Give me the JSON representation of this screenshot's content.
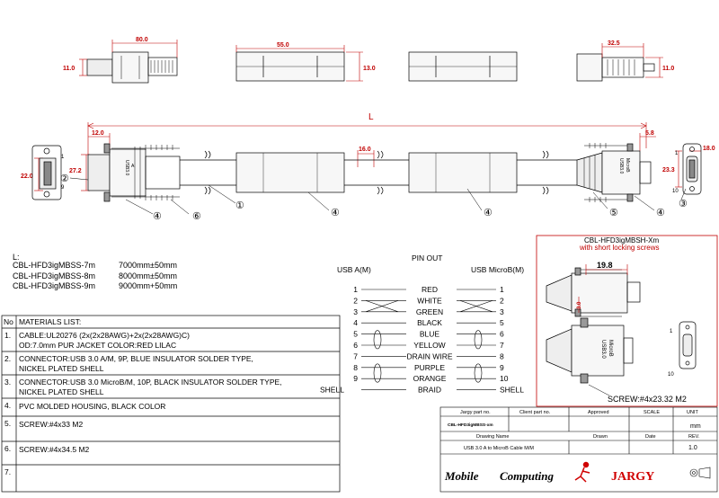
{
  "dimensions": {
    "top_80": "80.0",
    "top_11": "11.0",
    "top_55": "55.0",
    "top_13": "13.0",
    "top_32_5": "32.5",
    "top_11_right": "11.0",
    "L": "L",
    "d12": "12.0",
    "d5_8": "5.8",
    "d16": "16.0",
    "d22": "22.0",
    "d27_2": "27.2",
    "d18": "18.0",
    "d23_3": "23.3",
    "d19_8": "19.8",
    "d3_0": "3.0"
  },
  "callouts": {
    "c1": "①",
    "c2": "②",
    "c3": "③",
    "c4": "④",
    "c5": "⑤",
    "c6": "⑥",
    "pin9": "9",
    "pin1": "1",
    "pin10": "10",
    "pin1r": "1",
    "pin1b": "1",
    "pin10b": "10"
  },
  "connector_text": {
    "usb_a": "USB3.0",
    "usb_a2": "A",
    "micro_r1": "USB3.0",
    "micro_r2": "MicroB",
    "micro_b1": "USB3.0",
    "micro_b2": "MicroB"
  },
  "lengths": {
    "header": "L:",
    "rows": [
      {
        "part": "CBL-HFD3igMBSS-7m",
        "len": "7000mm±50mm"
      },
      {
        "part": "CBL-HFD3igMBSS-8m",
        "len": "8000mm±50mm"
      },
      {
        "part": "CBL-HFD3igMBSS-9m",
        "len": "9000mm+50mm"
      }
    ]
  },
  "pinout": {
    "title": "PIN OUT",
    "left_header": "USB A(M)",
    "right_header": "USB MicroB(M)",
    "rows": [
      {
        "l": "1",
        "name": "RED",
        "r": "1"
      },
      {
        "l": "2",
        "name": "WHITE",
        "r": "2"
      },
      {
        "l": "3",
        "name": "GREEN",
        "r": "3"
      },
      {
        "l": "4",
        "name": "BLACK",
        "r": "5"
      },
      {
        "l": "5",
        "name": "BLUE",
        "r": "6"
      },
      {
        "l": "6",
        "name": "YELLOW",
        "r": "7"
      },
      {
        "l": "7",
        "name": "DRAIN WIRE",
        "r": "8"
      },
      {
        "l": "8",
        "name": "PURPLE",
        "r": "9"
      },
      {
        "l": "9",
        "name": "ORANGE",
        "r": "10"
      },
      {
        "l": "SHELL",
        "name": "BRAID",
        "r": "SHELL"
      }
    ]
  },
  "materials": {
    "col_no": "No",
    "col_title": "MATERIALS LIST:",
    "rows": [
      {
        "no": "1.",
        "l1": "CABLE:UL20276 (2x(2x28AWG)+2x(2x28AWG)C)",
        "l2": "OD:7.0mm  PUR JACKET COLOR:RED LILAC"
      },
      {
        "no": "2.",
        "l1": "CONNECTOR:USB 3.0 A/M, 9P, BLUE INSULATOR SOLDER TYPE,",
        "l2": "NICKEL PLATED SHELL"
      },
      {
        "no": "3.",
        "l1": "CONNECTOR:USB 3.0 MicroB/M, 10P, BLACK INSULATOR SOLDER TYPE,",
        "l2": "NICKEL PLATED SHELL"
      },
      {
        "no": "4.",
        "l1": "PVC MOLDED HOUSING, BLACK COLOR",
        "l2": ""
      },
      {
        "no": "5.",
        "l1": "SCREW:#4x33 M2",
        "l2": ""
      },
      {
        "no": "6.",
        "l1": "SCREW:#4x34.5 M2",
        "l2": ""
      },
      {
        "no": "7.",
        "l1": "",
        "l2": ""
      }
    ]
  },
  "inset": {
    "title": "CBL-HFD3igMBSH-Xm",
    "subtitle": "with short locking screws",
    "screw": "SCREW:#4x23.32 M2"
  },
  "title_block": {
    "jargy_part_label": "Jargy part no.",
    "client_part_label": "Client part no.",
    "approved_label": "Approved",
    "scale_label": "SCALE",
    "unit_label": "UNIT",
    "part_no": "CBL-HFD3igMBSS-xm",
    "unit": "mm",
    "drawing_name_label": "Drawing Name",
    "drawn_label": "Drawn",
    "date_label": "Date",
    "rev_label": "REV.",
    "drawing_name": "USB 3.0 A to MicroB Cable M/M",
    "rev": "1.0",
    "logo_mobile": "Mobile",
    "logo_computing": "Computing",
    "logo_jargy": "JARGY"
  }
}
